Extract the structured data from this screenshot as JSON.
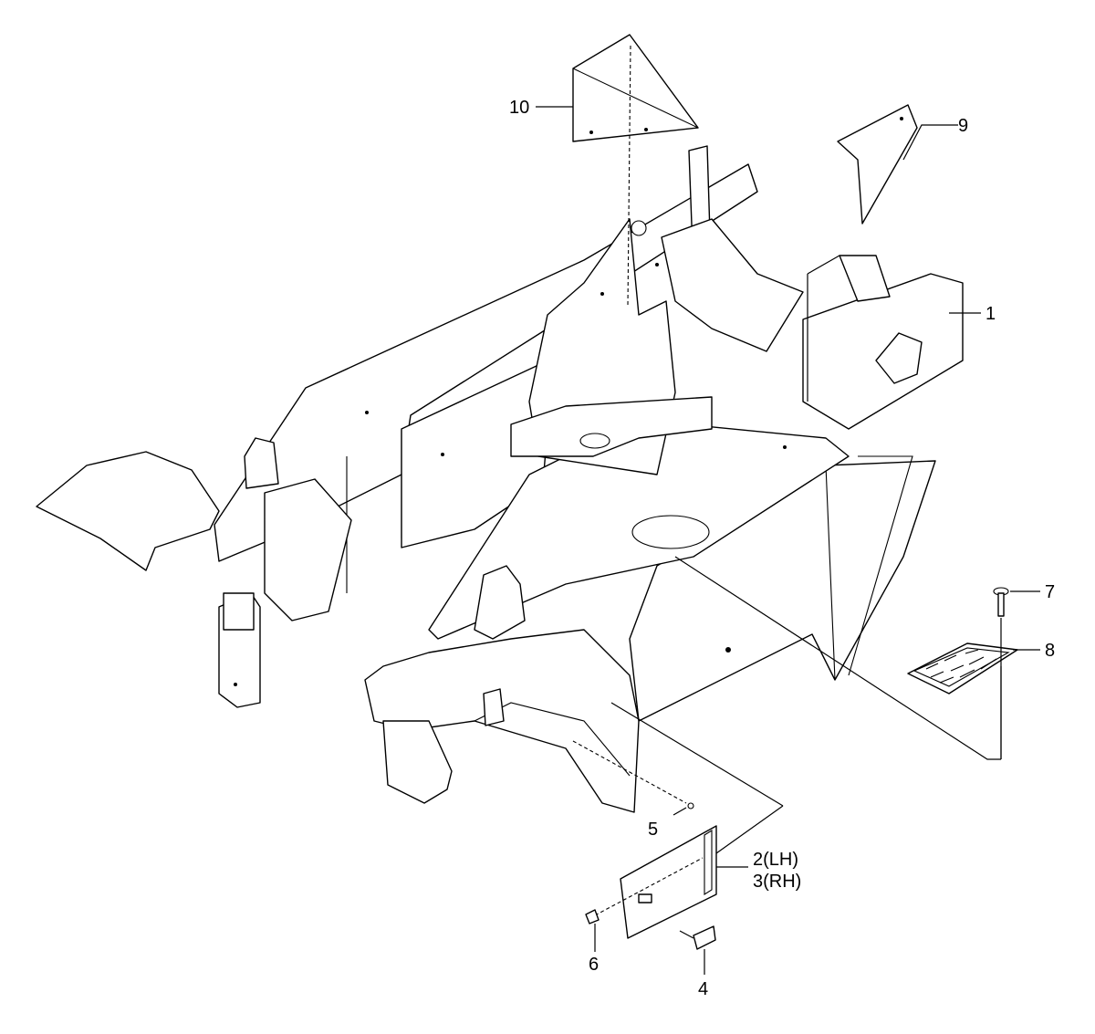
{
  "callouts": {
    "c1": "1",
    "c2": "2(LH)",
    "c3": "3(RH)",
    "c4": "4",
    "c5": "5",
    "c6": "6",
    "c7": "7",
    "c8": "8",
    "c9": "9",
    "c10": "10"
  }
}
